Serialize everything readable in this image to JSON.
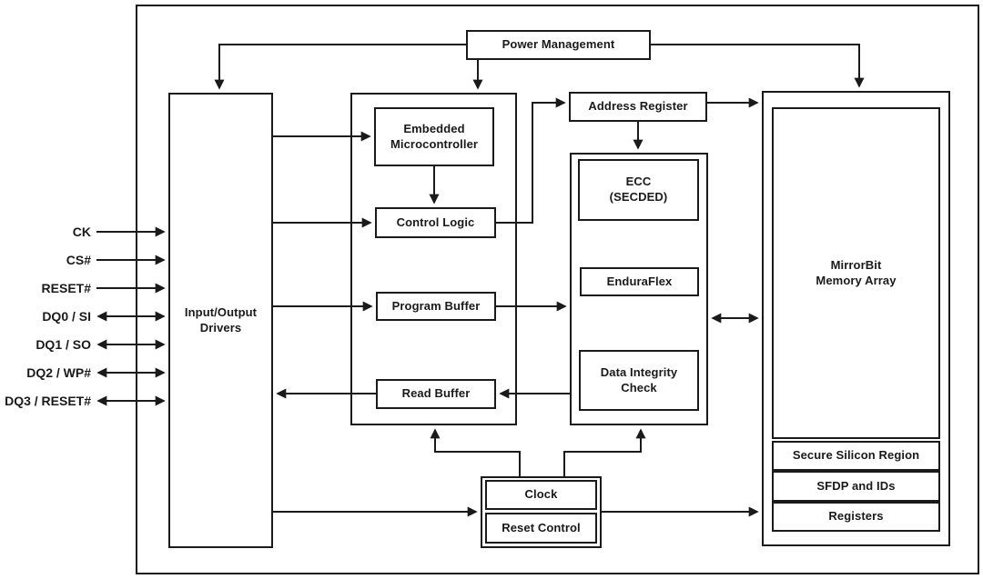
{
  "blocks": {
    "power_management": "Power Management",
    "io_drivers": "Input/Output\nDrivers",
    "embedded_microcontroller": "Embedded\nMicrocontroller",
    "control_logic": "Control Logic",
    "program_buffer": "Program Buffer",
    "read_buffer": "Read Buffer",
    "address_register": "Address Register",
    "ecc": "ECC\n(SECDED)",
    "enduraflex": "EnduraFlex",
    "data_integrity_check": "Data Integrity\nCheck",
    "mirrorbit_memory_array": "MirrorBit\nMemory Array",
    "secure_silicon_region": "Secure Silicon Region",
    "sfdp_and_ids": "SFDP and IDs",
    "registers": "Registers",
    "clock": "Clock",
    "reset_control": "Reset Control"
  },
  "signals": [
    {
      "label": "CK",
      "direction": "input"
    },
    {
      "label": "CS#",
      "direction": "input"
    },
    {
      "label": "RESET#",
      "direction": "input"
    },
    {
      "label": "DQ0 / SI",
      "direction": "bidirectional"
    },
    {
      "label": "DQ1 / SO",
      "direction": "bidirectional"
    },
    {
      "label": "DQ2 / WP#",
      "direction": "bidirectional"
    },
    {
      "label": "DQ3 / RESET#",
      "direction": "bidirectional"
    }
  ],
  "colors": {
    "line": "#1a1a1a",
    "background": "#ffffff",
    "box_fill": "#ffffff"
  }
}
